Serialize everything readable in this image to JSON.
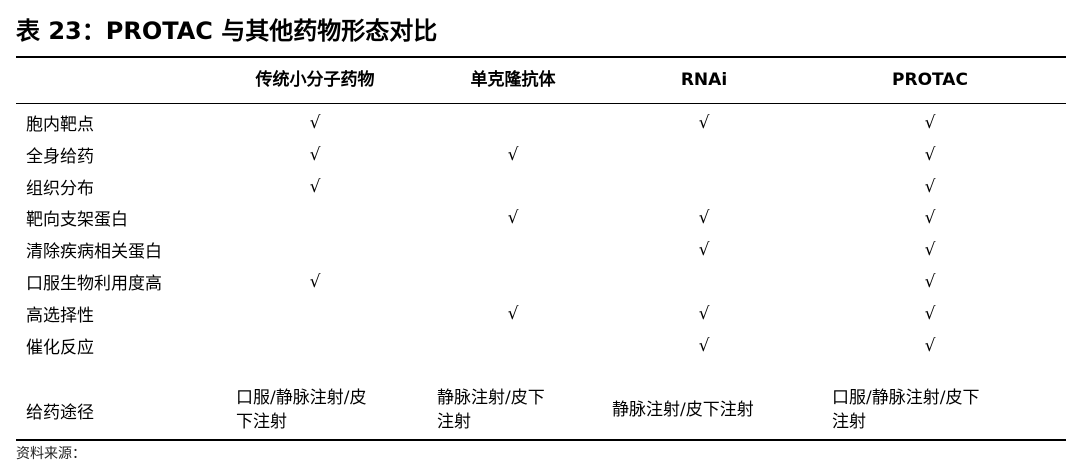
{
  "title": "表 23：PROTAC 与其他药物形态对比",
  "columns": [
    "传统小分子药物",
    "单克隆抗体",
    "RNAi",
    "PROTAC"
  ],
  "check_mark": "√",
  "rows": [
    {
      "label": "胞内靶点",
      "cells": [
        "√",
        "",
        "√",
        "√"
      ]
    },
    {
      "label": "全身给药",
      "cells": [
        "√",
        "√",
        "",
        "√"
      ]
    },
    {
      "label": "组织分布",
      "cells": [
        "√",
        "",
        "",
        "√"
      ]
    },
    {
      "label": "靶向支架蛋白",
      "cells": [
        "",
        "√",
        "√",
        "√"
      ]
    },
    {
      "label": "清除疾病相关蛋白",
      "cells": [
        "",
        "",
        "√",
        "√"
      ]
    },
    {
      "label": "口服生物利用度高",
      "cells": [
        "√",
        "",
        "",
        "√"
      ]
    },
    {
      "label": "高选择性",
      "cells": [
        "",
        "√",
        "√",
        "√"
      ]
    },
    {
      "label": "催化反应",
      "cells": [
        "",
        "",
        "√",
        "√"
      ]
    }
  ],
  "route_row": {
    "label": "给药途径",
    "cells": [
      [
        "口服/静脉注射/皮",
        "下注射"
      ],
      [
        "静脉注射/皮下",
        "注射"
      ],
      [
        "静脉注射/皮下注射"
      ],
      [
        "口服/静脉注射/皮下",
        "注射"
      ]
    ]
  },
  "footer": "资料来源："
}
